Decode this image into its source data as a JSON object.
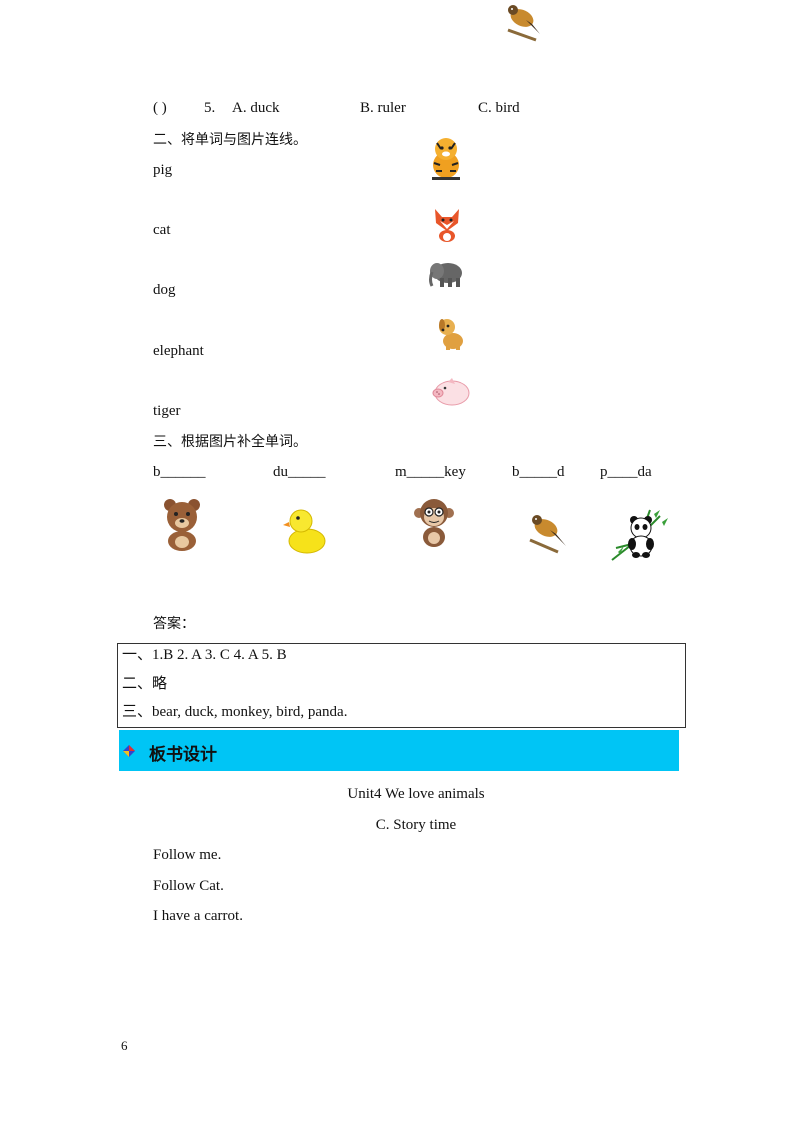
{
  "q5": {
    "paren": "(       )",
    "number": "5.",
    "a": "A.  duck",
    "b": "B.  ruler",
    "c": "C.  bird"
  },
  "section2": {
    "heading": "二、将单词与图片连线。",
    "words": [
      "pig",
      "cat",
      "dog",
      "elephant",
      "tiger"
    ]
  },
  "section3": {
    "heading": "三、根据图片补全单词。",
    "blanks": [
      "b______",
      "du_____",
      "m_____key",
      "b_____d",
      "p____da"
    ]
  },
  "answers": {
    "label": "答案：",
    "line1": "一、1.B  2.  A  3.  C  4.  A  5.  B",
    "line2": "二、略",
    "line3": "三、bear,  duck,  monkey,  bird,  panda."
  },
  "board": {
    "title": "板书设计",
    "unit": "Unit4  We  love  animals",
    "sub": "C.  Story  time",
    "lines": [
      "Follow  me.",
      "Follow  Cat.",
      "I  have  a  carrot."
    ]
  },
  "page_number": "6",
  "colors": {
    "banner": "#00c5f5"
  }
}
